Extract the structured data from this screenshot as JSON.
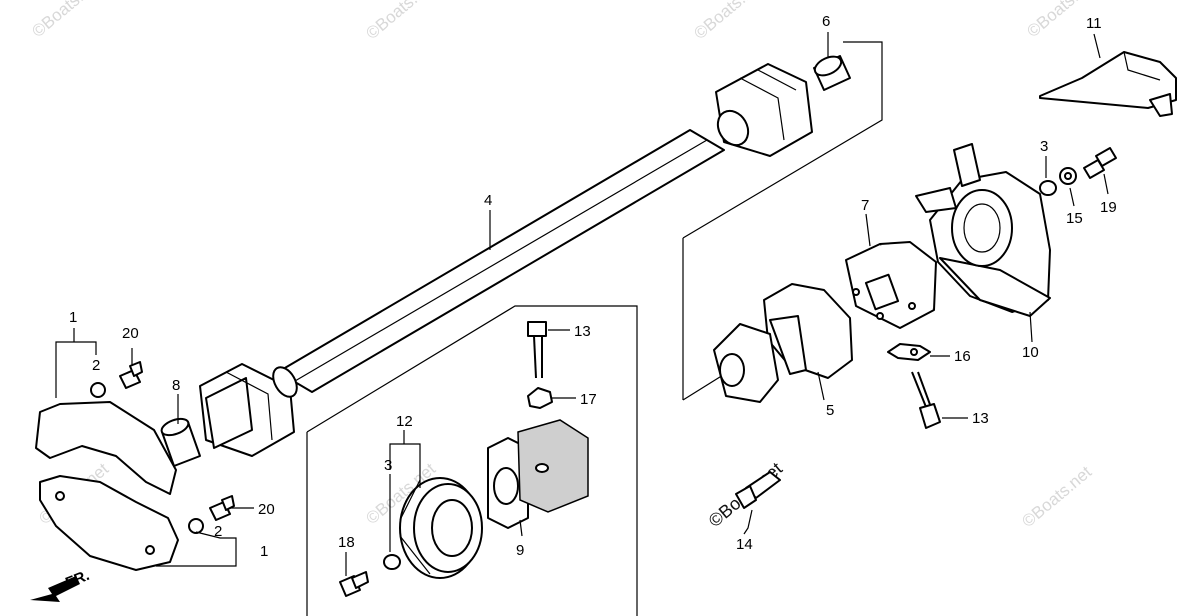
{
  "watermark": "©Boats.net",
  "front_marker": "FR.",
  "callouts": {
    "c1_top": "1",
    "c1_bottom": "1",
    "c2_top": "2",
    "c2_bottom": "2",
    "c3_left": "3",
    "c3_right": "3",
    "c4": "4",
    "c5": "5",
    "c6": "6",
    "c7": "7",
    "c8": "8",
    "c9": "9",
    "c10": "10",
    "c11": "11",
    "c12": "12",
    "c13_top": "13",
    "c13_right": "13",
    "c14": "14",
    "c15": "15",
    "c16": "16",
    "c17": "17",
    "c18": "18",
    "c19": "19",
    "c20_top": "20",
    "c20_bottom": "20"
  }
}
